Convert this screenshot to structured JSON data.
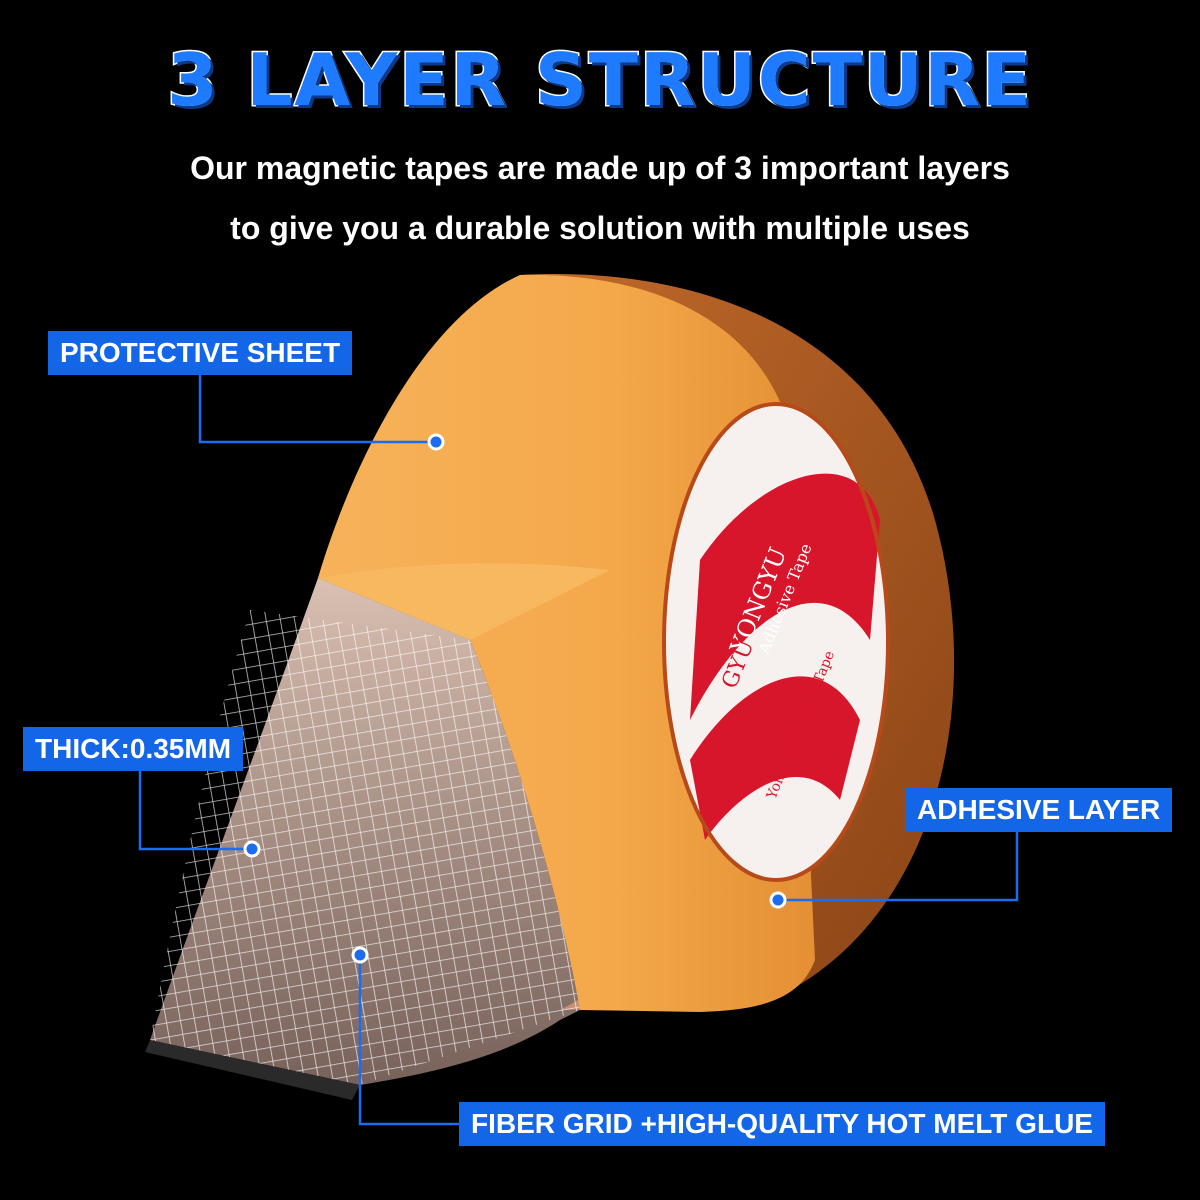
{
  "header": {
    "title": "3 LAYER STRUCTURE",
    "subtitle_line1": "Our magnetic tapes are made up of 3 important layers",
    "subtitle_line2": "to give you a durable solution with multiple uses"
  },
  "callouts": {
    "protective_sheet": "PROTECTIVE SHEET",
    "thickness": "THICK:0.35MM",
    "adhesive_layer": "ADHESIVE LAYER",
    "fiber_grid": "FIBER GRID +HIGH-QUALITY HOT MELT GLUE"
  },
  "core_label": {
    "brand": "YONGYU",
    "brand_short": "GYU",
    "product": "Adhesive Tape",
    "line": "Yongyu Adhesive Tape"
  },
  "colors": {
    "accent": "#1366e8",
    "title_blue": "#1e7bff",
    "tape_orange": "#f4a84a",
    "tape_side": "#a5551e",
    "core_red": "#d8162b"
  }
}
